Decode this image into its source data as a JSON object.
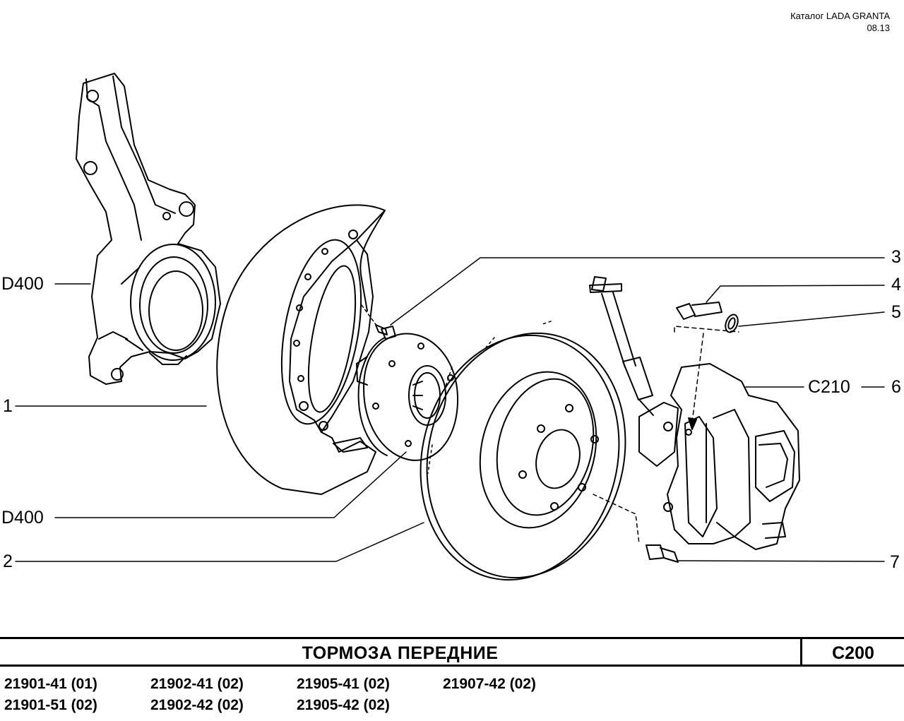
{
  "header": {
    "catalog": "Каталог  LADA  GRANTA",
    "date": "08.13"
  },
  "callouts": {
    "d400_top": "D400",
    "one": "1",
    "d400_bottom": "D400",
    "two": "2",
    "three": "3",
    "four": "4",
    "five": "5",
    "c210": "C210",
    "six": "6",
    "seven": "7"
  },
  "title": {
    "text": "ТОРМОЗА   ПЕРЕДНИЕ",
    "code": "C200"
  },
  "models": [
    "21901-41 (01)",
    "21902-41 (02)",
    "21905-41 (02)",
    "21907-42 (02)",
    "21901-51 (02)",
    "21902-42 (02)",
    "21905-42 (02)"
  ]
}
